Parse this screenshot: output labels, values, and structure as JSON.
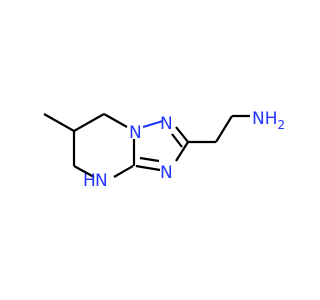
{
  "structure": {
    "atom_labels": {
      "n1": "N",
      "n2": "N",
      "n3": "N",
      "nh_ring": "N",
      "nh_ring_h": "H",
      "nh2": "NH",
      "nh2_subscript": "2"
    },
    "colors": {
      "bond": "#000000",
      "nitrogen": "#2233ff",
      "background": "#ffffff"
    }
  }
}
